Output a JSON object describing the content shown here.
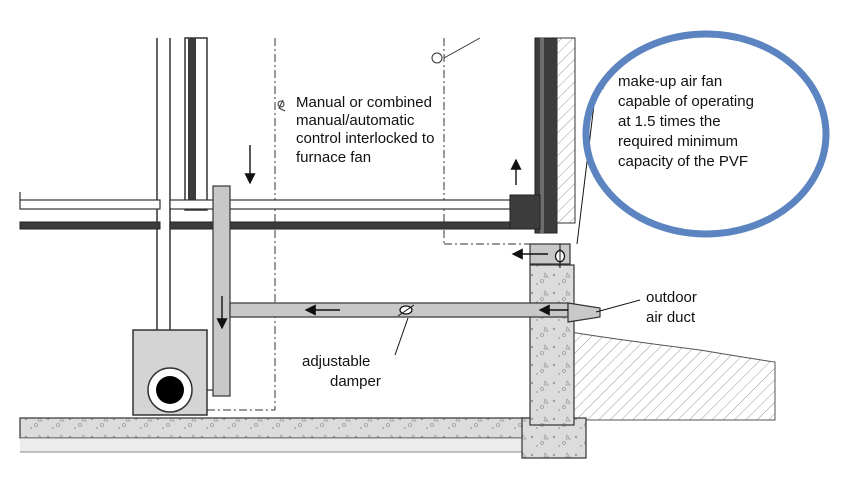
{
  "labels": {
    "control": [
      "Manual or combined",
      "manual/automatic",
      "control interlocked to",
      "furnace fan"
    ],
    "makeup_fan": [
      "make-up air fan",
      "capable of operating",
      "at 1.5 times the",
      "required minimum",
      "capacity of the PVF"
    ],
    "outdoor_duct": [
      "outdoor",
      "air duct"
    ],
    "damper": [
      "adjustable",
      "damper"
    ]
  },
  "colors": {
    "ellipse_outline": "#5b84c0",
    "duct_fill": "#c8c8c8",
    "wall_dark": "#3c3c3c",
    "concrete": "#d9d9d9",
    "furnace": "#d4d4d4"
  },
  "icons": [
    "thermostat-icon",
    "fan-icon",
    "damper-icon",
    "flow-arrow-icon"
  ]
}
